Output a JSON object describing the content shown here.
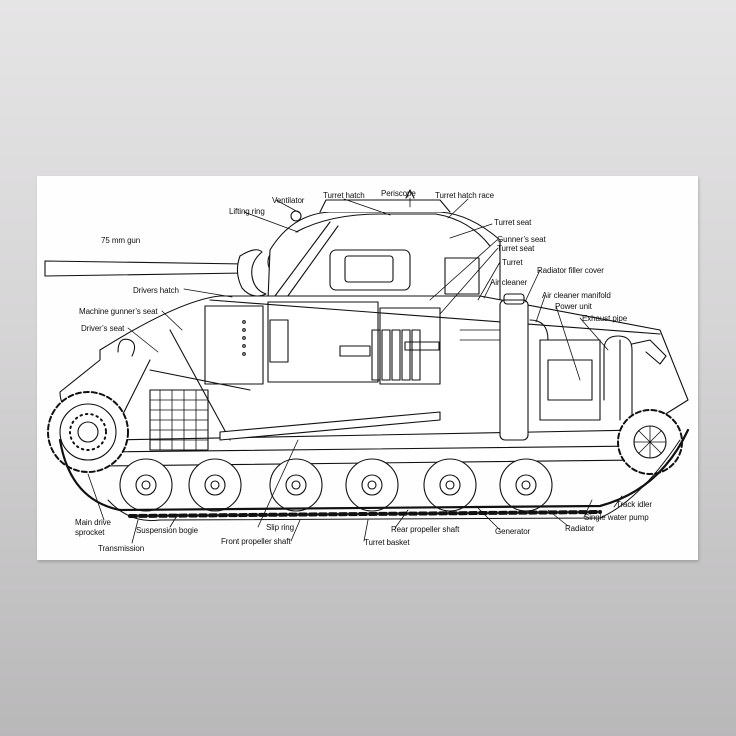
{
  "diagram": {
    "subject": "Tank cutaway (side view)",
    "background_color": "#d9d8d9",
    "poster_color": "#fefefe",
    "line_color": "#111111",
    "labels": {
      "gun": "75 mm gun",
      "lifting_ring": "Lifting ring",
      "ventilator": "Ventilator",
      "turret_hatch": "Turret hatch",
      "periscope": "Periscope",
      "turret_hatch_race": "Turret hatch race",
      "turret_seat_1": "Turret seat",
      "gunners_seat": "Gunner’s seat",
      "turret_seat_2": "Turret seat",
      "turret": "Turret",
      "air_cleaner": "Air cleaner",
      "radiator_filler_cover": "Radiator filler cover",
      "air_cleaner_manifold": "Air cleaner manifold",
      "power_unit": "Power unit",
      "exhaust_pipe": "Exhaust pipe",
      "drivers_hatch": "Drivers hatch",
      "machine_gunners_seat": "Machine gunner’s seat",
      "drivers_seat": "Driver’s seat",
      "main_drive_sprocket_1": "Main drive",
      "main_drive_sprocket_2": "sprocket",
      "transmission": "Transmission",
      "suspension_bogie": "Suspension bogie",
      "slip_ring": "Slip ring",
      "front_propeller_shaft": "Front propeller shaft",
      "turret_basket": "Turret basket",
      "rear_propeller_shaft": "Rear propeller shaft",
      "generator": "Generator",
      "radiator": "Radiator",
      "single_water_pump": "Single water pump",
      "track_idler": "Track idler"
    }
  }
}
